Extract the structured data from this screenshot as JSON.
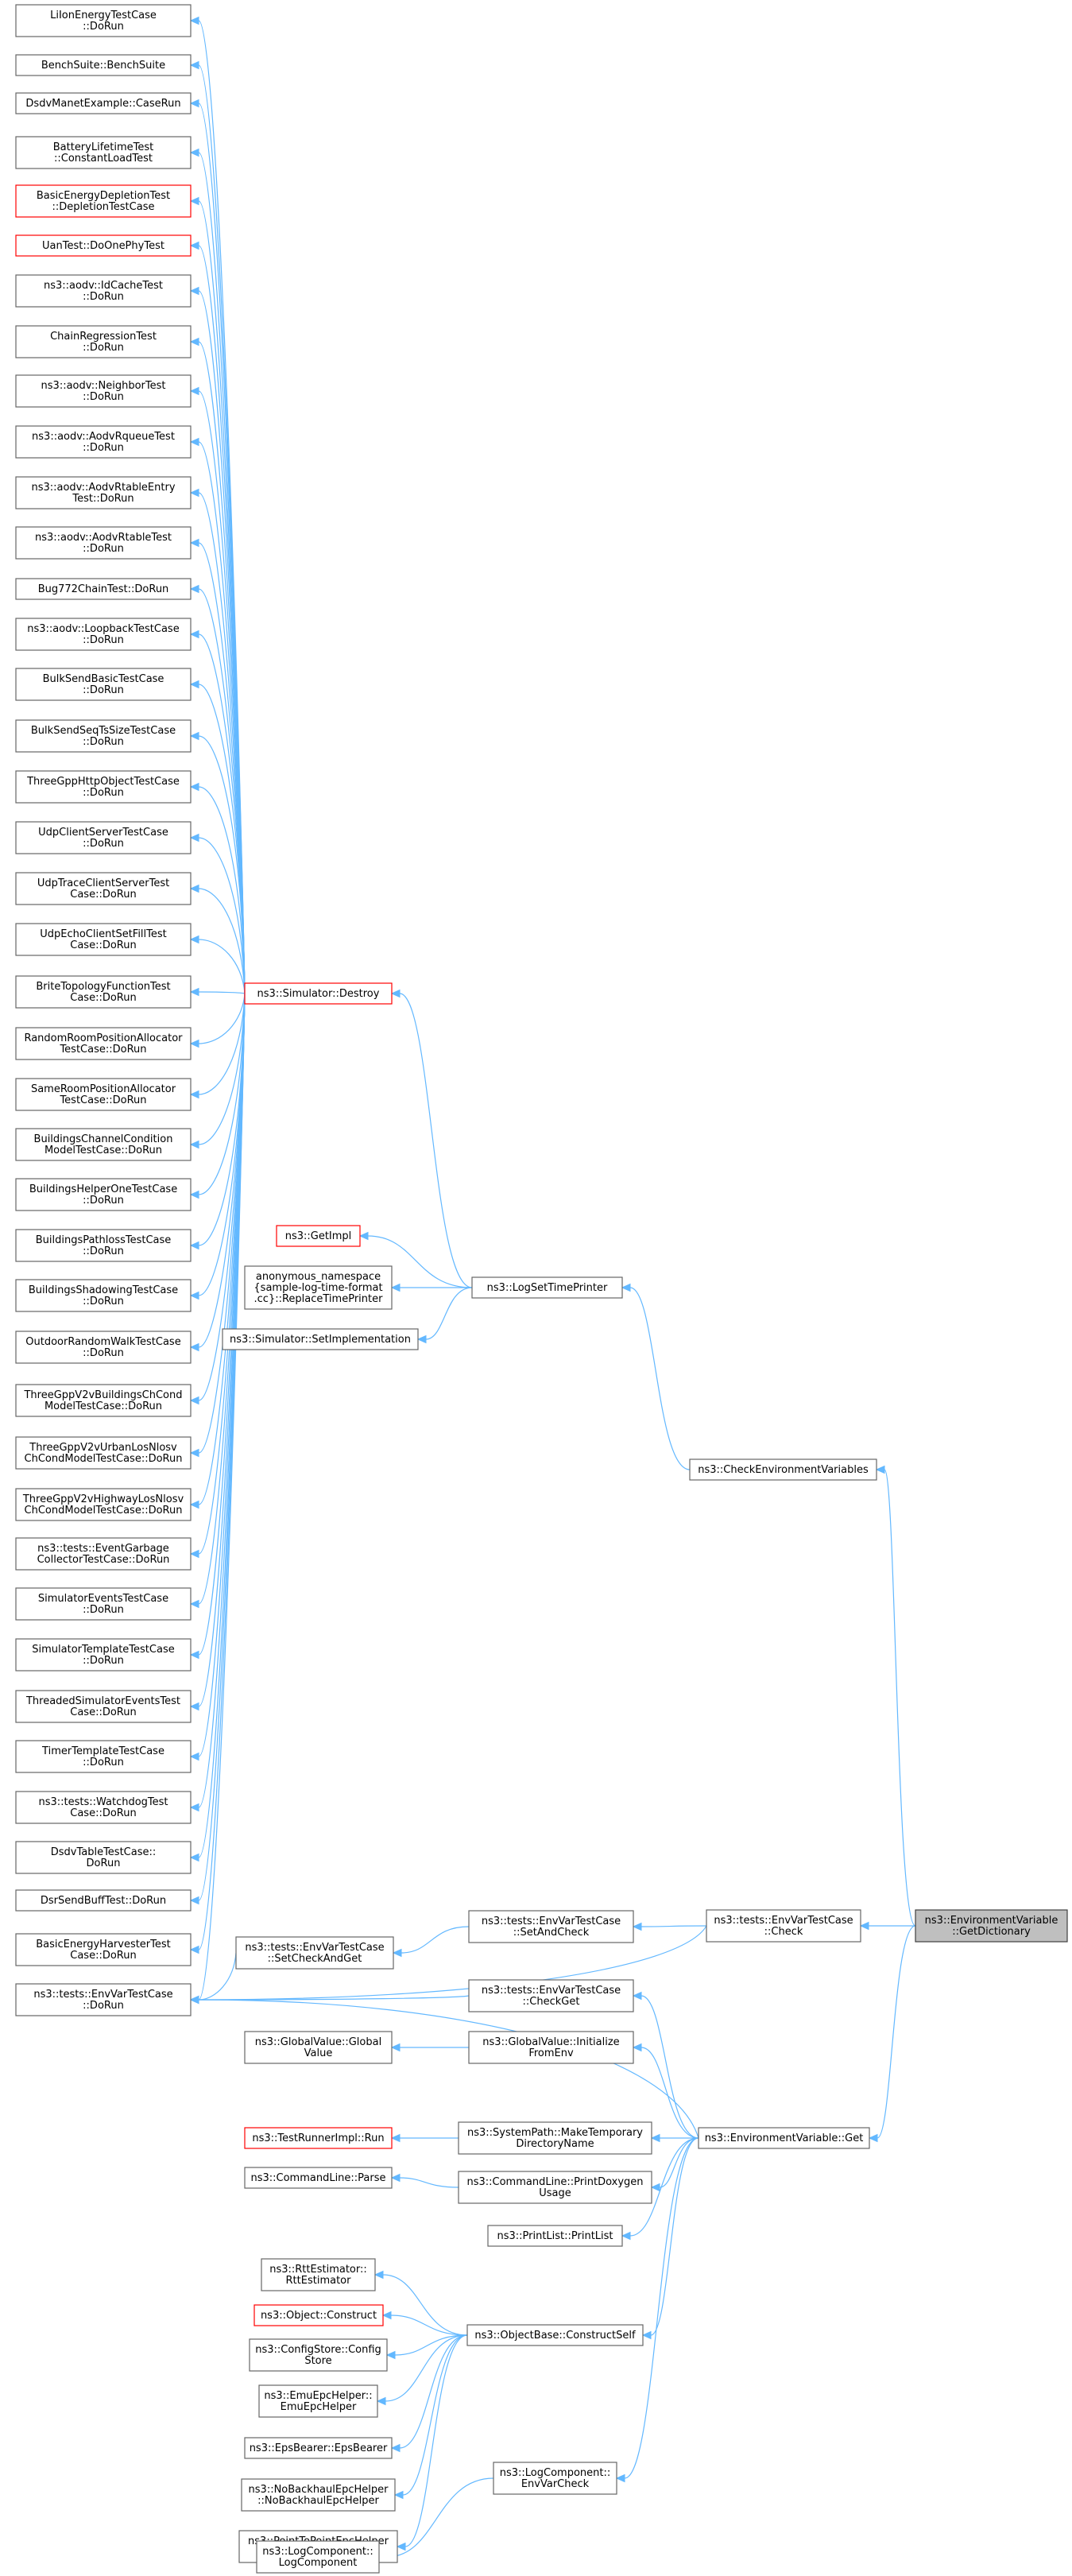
{
  "nodes": [
    {
      "id": "n1",
      "lines": [
        "LiIonEnergyTestCase",
        "::DoRun"
      ],
      "style": "normal"
    },
    {
      "id": "n2",
      "lines": [
        "BenchSuite::BenchSuite"
      ],
      "style": "normal"
    },
    {
      "id": "n3",
      "lines": [
        "DsdvManetExample::CaseRun"
      ],
      "style": "normal"
    },
    {
      "id": "n4",
      "lines": [
        "BatteryLifetimeTest",
        "::ConstantLoadTest"
      ],
      "style": "normal"
    },
    {
      "id": "n5",
      "lines": [
        "BasicEnergyDepletionTest",
        "::DepletionTestCase"
      ],
      "style": "red"
    },
    {
      "id": "n6",
      "lines": [
        "UanTest::DoOnePhyTest"
      ],
      "style": "red"
    },
    {
      "id": "n7",
      "lines": [
        "ns3::aodv::IdCacheTest",
        "::DoRun"
      ],
      "style": "normal"
    },
    {
      "id": "n8",
      "lines": [
        "ChainRegressionTest",
        "::DoRun"
      ],
      "style": "normal"
    },
    {
      "id": "n9",
      "lines": [
        "ns3::aodv::NeighborTest",
        "::DoRun"
      ],
      "style": "normal"
    },
    {
      "id": "n10",
      "lines": [
        "ns3::aodv::AodvRqueueTest",
        "::DoRun"
      ],
      "style": "normal"
    },
    {
      "id": "n11",
      "lines": [
        "ns3::aodv::AodvRtableEntry",
        "Test::DoRun"
      ],
      "style": "normal"
    },
    {
      "id": "n12",
      "lines": [
        "ns3::aodv::AodvRtableTest",
        "::DoRun"
      ],
      "style": "normal"
    },
    {
      "id": "n13",
      "lines": [
        "Bug772ChainTest::DoRun"
      ],
      "style": "normal"
    },
    {
      "id": "n14",
      "lines": [
        "ns3::aodv::LoopbackTestCase",
        "::DoRun"
      ],
      "style": "normal"
    },
    {
      "id": "n15",
      "lines": [
        "BulkSendBasicTestCase",
        "::DoRun"
      ],
      "style": "normal"
    },
    {
      "id": "n16",
      "lines": [
        "BulkSendSeqTsSizeTestCase",
        "::DoRun"
      ],
      "style": "normal"
    },
    {
      "id": "n17",
      "lines": [
        "ThreeGppHttpObjectTestCase",
        "::DoRun"
      ],
      "style": "normal"
    },
    {
      "id": "n18",
      "lines": [
        "UdpClientServerTestCase",
        "::DoRun"
      ],
      "style": "normal"
    },
    {
      "id": "n19",
      "lines": [
        "UdpTraceClientServerTest",
        "Case::DoRun"
      ],
      "style": "normal"
    },
    {
      "id": "n20",
      "lines": [
        "UdpEchoClientSetFillTest",
        "Case::DoRun"
      ],
      "style": "normal"
    },
    {
      "id": "n21",
      "lines": [
        "BriteTopologyFunctionTest",
        "Case::DoRun"
      ],
      "style": "normal"
    },
    {
      "id": "n22",
      "lines": [
        "RandomRoomPositionAllocator",
        "TestCase::DoRun"
      ],
      "style": "normal"
    },
    {
      "id": "n23",
      "lines": [
        "SameRoomPositionAllocator",
        "TestCase::DoRun"
      ],
      "style": "normal"
    },
    {
      "id": "n24",
      "lines": [
        "BuildingsChannelCondition",
        "ModelTestCase::DoRun"
      ],
      "style": "normal"
    },
    {
      "id": "n25",
      "lines": [
        "BuildingsHelperOneTestCase",
        "::DoRun"
      ],
      "style": "normal"
    },
    {
      "id": "n26",
      "lines": [
        "BuildingsPathlossTestCase",
        "::DoRun"
      ],
      "style": "normal"
    },
    {
      "id": "n27",
      "lines": [
        "BuildingsShadowingTestCase",
        "::DoRun"
      ],
      "style": "normal"
    },
    {
      "id": "n28",
      "lines": [
        "OutdoorRandomWalkTestCase",
        "::DoRun"
      ],
      "style": "normal"
    },
    {
      "id": "n29",
      "lines": [
        "ThreeGppV2vBuildingsChCond",
        "ModelTestCase::DoRun"
      ],
      "style": "normal"
    },
    {
      "id": "n30",
      "lines": [
        "ThreeGppV2vUrbanLosNlosv",
        "ChCondModelTestCase::DoRun"
      ],
      "style": "normal"
    },
    {
      "id": "n31",
      "lines": [
        "ThreeGppV2vHighwayLosNlosv",
        "ChCondModelTestCase::DoRun"
      ],
      "style": "normal"
    },
    {
      "id": "n32",
      "lines": [
        "ns3::tests::EventGarbage",
        "CollectorTestCase::DoRun"
      ],
      "style": "normal"
    },
    {
      "id": "n33",
      "lines": [
        "SimulatorEventsTestCase",
        "::DoRun"
      ],
      "style": "normal"
    },
    {
      "id": "n34",
      "lines": [
        "SimulatorTemplateTestCase",
        "::DoRun"
      ],
      "style": "normal"
    },
    {
      "id": "n35",
      "lines": [
        "ThreadedSimulatorEventsTest",
        "Case::DoRun"
      ],
      "style": "normal"
    },
    {
      "id": "n36",
      "lines": [
        "TimerTemplateTestCase",
        "::DoRun"
      ],
      "style": "normal"
    },
    {
      "id": "n37",
      "lines": [
        "ns3::tests::WatchdogTest",
        "Case::DoRun"
      ],
      "style": "normal"
    },
    {
      "id": "n38",
      "lines": [
        "DsdvTableTestCase::",
        "DoRun"
      ],
      "style": "normal"
    },
    {
      "id": "n39",
      "lines": [
        "DsrSendBuffTest::DoRun"
      ],
      "style": "normal"
    },
    {
      "id": "n40",
      "lines": [
        "BasicEnergyHarvesterTest",
        "Case::DoRun"
      ],
      "style": "normal"
    },
    {
      "id": "n41",
      "lines": [
        "ns3::tests::EnvVarTestCase",
        "::DoRun"
      ],
      "style": "normal"
    },
    {
      "id": "destroy",
      "lines": [
        "ns3::Simulator::Destroy"
      ],
      "style": "red"
    },
    {
      "id": "getimpl",
      "lines": [
        "ns3::GetImpl"
      ],
      "style": "red"
    },
    {
      "id": "anon",
      "lines": [
        "anonymous_namespace",
        "{sample-log-time-format",
        ".cc}::ReplaceTimePrinter"
      ],
      "style": "normal"
    },
    {
      "id": "setimpl",
      "lines": [
        "ns3::Simulator::SetImplementation"
      ],
      "style": "normal"
    },
    {
      "id": "logsettp",
      "lines": [
        "ns3::LogSetTimePrinter"
      ],
      "style": "normal"
    },
    {
      "id": "checkenv",
      "lines": [
        "ns3::CheckEnvironmentVariables"
      ],
      "style": "normal"
    },
    {
      "id": "setcheckandget",
      "lines": [
        "ns3::tests::EnvVarTestCase",
        "::SetCheckAndGet"
      ],
      "style": "normal"
    },
    {
      "id": "setandcheck",
      "lines": [
        "ns3::tests::EnvVarTestCase",
        "::SetAndCheck"
      ],
      "style": "normal"
    },
    {
      "id": "checkget",
      "lines": [
        "ns3::tests::EnvVarTestCase",
        "::CheckGet"
      ],
      "style": "normal"
    },
    {
      "id": "check",
      "lines": [
        "ns3::tests::EnvVarTestCase",
        "::Check"
      ],
      "style": "normal"
    },
    {
      "id": "target",
      "lines": [
        "ns3::EnvironmentVariable",
        "::GetDictionary"
      ],
      "style": "gray"
    },
    {
      "id": "gvgv",
      "lines": [
        "ns3::GlobalValue::Global",
        "Value"
      ],
      "style": "normal"
    },
    {
      "id": "gvinit",
      "lines": [
        "ns3::GlobalValue::Initialize",
        "FromEnv"
      ],
      "style": "normal"
    },
    {
      "id": "testrunner",
      "lines": [
        "ns3::TestRunnerImpl::Run"
      ],
      "style": "red"
    },
    {
      "id": "maketemp",
      "lines": [
        "ns3::SystemPath::MakeTemporary",
        "DirectoryName"
      ],
      "style": "normal"
    },
    {
      "id": "envget",
      "lines": [
        "ns3::EnvironmentVariable::Get"
      ],
      "style": "normal"
    },
    {
      "id": "cmdparse",
      "lines": [
        "ns3::CommandLine::Parse"
      ],
      "style": "normal"
    },
    {
      "id": "cmdprint",
      "lines": [
        "ns3::CommandLine::PrintDoxygen",
        "Usage"
      ],
      "style": "normal"
    },
    {
      "id": "printlist",
      "lines": [
        "ns3::PrintList::PrintList"
      ],
      "style": "normal"
    },
    {
      "id": "rtt",
      "lines": [
        "ns3::RttEstimator::",
        "RttEstimator"
      ],
      "style": "normal"
    },
    {
      "id": "objconstruct",
      "lines": [
        "ns3::Object::Construct"
      ],
      "style": "red"
    },
    {
      "id": "configstore",
      "lines": [
        "ns3::ConfigStore::Config",
        "Store"
      ],
      "style": "normal"
    },
    {
      "id": "emuepc",
      "lines": [
        "ns3::EmuEpcHelper::",
        "EmuEpcHelper"
      ],
      "style": "normal"
    },
    {
      "id": "epsbearer",
      "lines": [
        "ns3::EpsBearer::EpsBearer"
      ],
      "style": "normal"
    },
    {
      "id": "nobackhaul",
      "lines": [
        "ns3::NoBackhaulEpcHelper",
        "::NoBackhaulEpcHelper"
      ],
      "style": "normal"
    },
    {
      "id": "p2pepc",
      "lines": [
        "ns3::PointToPointEpcHelper",
        "::PointToPointEpcHelper"
      ],
      "style": "normal"
    },
    {
      "id": "objbase",
      "lines": [
        "ns3::ObjectBase::ConstructSelf"
      ],
      "style": "normal"
    },
    {
      "id": "logcomp",
      "lines": [
        "ns3::LogComponent::",
        "LogComponent"
      ],
      "style": "normal"
    },
    {
      "id": "logenv",
      "lines": [
        "ns3::LogComponent::",
        "EnvVarCheck"
      ],
      "style": "normal"
    }
  ],
  "edges": [
    [
      "n1",
      "destroy"
    ],
    [
      "n2",
      "destroy"
    ],
    [
      "n3",
      "destroy"
    ],
    [
      "n4",
      "destroy"
    ],
    [
      "n5",
      "destroy"
    ],
    [
      "n6",
      "destroy"
    ],
    [
      "n7",
      "destroy"
    ],
    [
      "n8",
      "destroy"
    ],
    [
      "n9",
      "destroy"
    ],
    [
      "n10",
      "destroy"
    ],
    [
      "n11",
      "destroy"
    ],
    [
      "n12",
      "destroy"
    ],
    [
      "n13",
      "destroy"
    ],
    [
      "n14",
      "destroy"
    ],
    [
      "n15",
      "destroy"
    ],
    [
      "n16",
      "destroy"
    ],
    [
      "n17",
      "destroy"
    ],
    [
      "n18",
      "destroy"
    ],
    [
      "n19",
      "destroy"
    ],
    [
      "n20",
      "destroy"
    ],
    [
      "n21",
      "destroy"
    ],
    [
      "n22",
      "destroy"
    ],
    [
      "n23",
      "destroy"
    ],
    [
      "n24",
      "destroy"
    ],
    [
      "n25",
      "destroy"
    ],
    [
      "n26",
      "destroy"
    ],
    [
      "n27",
      "destroy"
    ],
    [
      "n28",
      "destroy"
    ],
    [
      "n29",
      "destroy"
    ],
    [
      "n30",
      "destroy"
    ],
    [
      "n31",
      "destroy"
    ],
    [
      "n32",
      "destroy"
    ],
    [
      "n33",
      "destroy"
    ],
    [
      "n34",
      "destroy"
    ],
    [
      "n35",
      "destroy"
    ],
    [
      "n36",
      "destroy"
    ],
    [
      "n37",
      "destroy"
    ],
    [
      "n38",
      "destroy"
    ],
    [
      "n39",
      "destroy"
    ],
    [
      "n40",
      "destroy"
    ],
    [
      "n41",
      "destroy"
    ],
    [
      "destroy",
      "logsettp"
    ],
    [
      "getimpl",
      "logsettp"
    ],
    [
      "anon",
      "logsettp"
    ],
    [
      "setimpl",
      "logsettp"
    ],
    [
      "logsettp",
      "checkenv"
    ],
    [
      "checkenv",
      "target"
    ],
    [
      "n41",
      "check"
    ],
    [
      "n41",
      "setcheckandget"
    ],
    [
      "n41",
      "checkget"
    ],
    [
      "n41",
      "envget"
    ],
    [
      "setcheckandget",
      "setandcheck"
    ],
    [
      "setandcheck",
      "check"
    ],
    [
      "check",
      "target"
    ],
    [
      "checkget",
      "envget"
    ],
    [
      "gvgv",
      "gvinit"
    ],
    [
      "gvinit",
      "envget"
    ],
    [
      "testrunner",
      "maketemp"
    ],
    [
      "maketemp",
      "envget"
    ],
    [
      "cmdparse",
      "cmdprint"
    ],
    [
      "cmdprint",
      "envget"
    ],
    [
      "printlist",
      "envget"
    ],
    [
      "rtt",
      "objbase"
    ],
    [
      "objconstruct",
      "objbase"
    ],
    [
      "configstore",
      "objbase"
    ],
    [
      "emuepc",
      "objbase"
    ],
    [
      "epsbearer",
      "objbase"
    ],
    [
      "nobackhaul",
      "objbase"
    ],
    [
      "p2pepc",
      "objbase"
    ],
    [
      "objbase",
      "envget"
    ],
    [
      "logcomp",
      "logenv"
    ],
    [
      "logenv",
      "envget"
    ],
    [
      "envget",
      "target"
    ]
  ]
}
